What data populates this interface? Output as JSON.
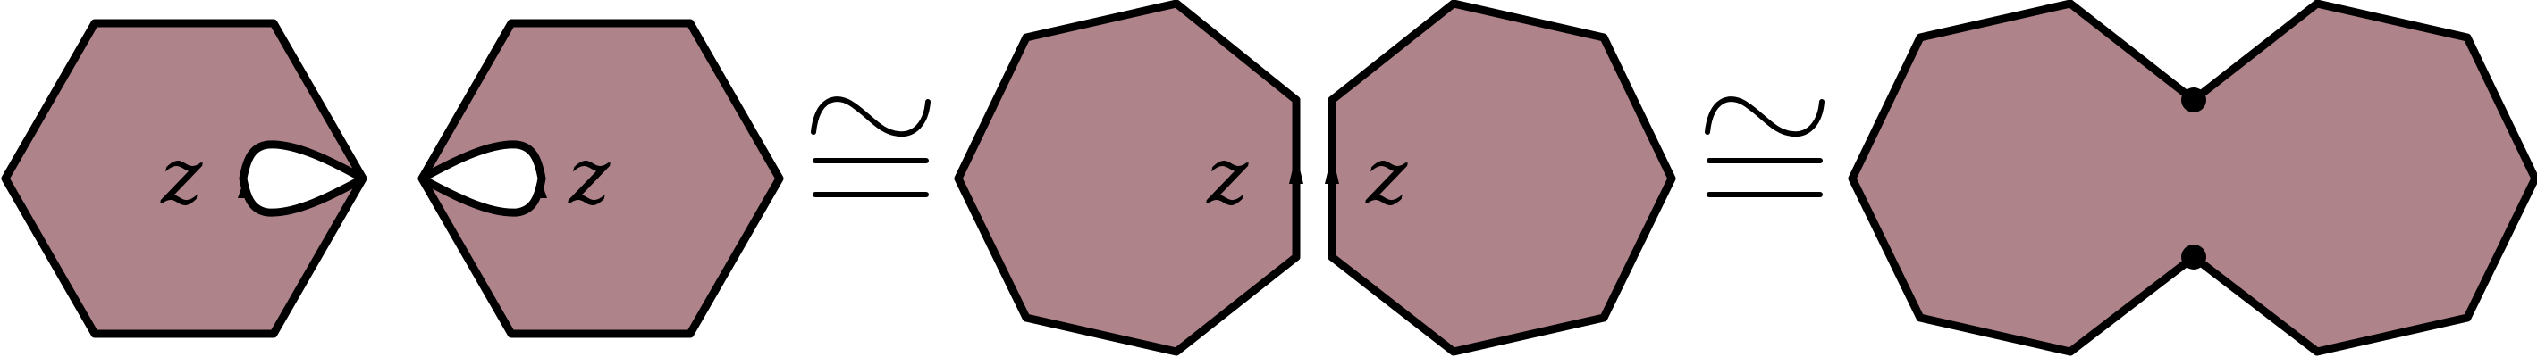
{
  "colors": {
    "fill": "#ae838a",
    "stroke": "#000000",
    "background": "#ffffff"
  },
  "labels": {
    "z1": "z",
    "z2": "z",
    "z3": "z",
    "z4": "z"
  },
  "relations": {
    "r1": "≅",
    "r2": "≅"
  }
}
